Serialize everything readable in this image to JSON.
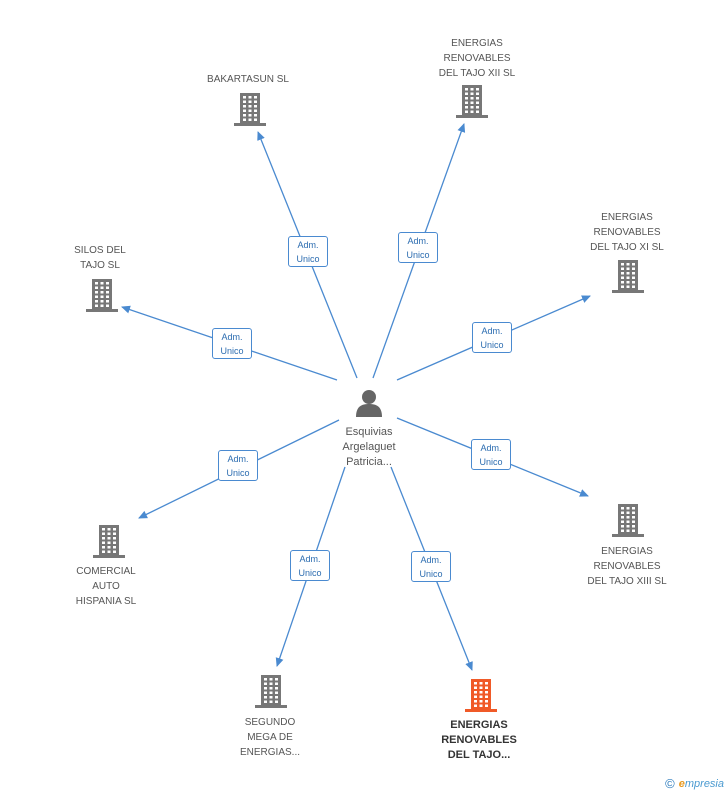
{
  "center": {
    "label": "Esquivias\nArgelaguet\nPatricia...",
    "icon": "person-icon"
  },
  "edge_label": "Adm.\nUnico",
  "colors": {
    "edge": "#4a8ad0",
    "building": "#777777",
    "highlight": "#f05a28",
    "person": "#666666"
  },
  "nodes": [
    {
      "id": "bakartasun",
      "label": "BAKARTASUN SL",
      "highlight": false
    },
    {
      "id": "tajo-xii",
      "label": "ENERGIAS\nRENOVABLES\nDEL TAJO XII SL",
      "highlight": false
    },
    {
      "id": "silos",
      "label": "SILOS DEL\nTAJO SL",
      "highlight": false
    },
    {
      "id": "tajo-xi",
      "label": "ENERGIAS\nRENOVABLES\nDEL TAJO XI SL",
      "highlight": false
    },
    {
      "id": "comercial",
      "label": "COMERCIAL\nAUTO\nHISPANIA SL",
      "highlight": false
    },
    {
      "id": "tajo-xiii",
      "label": "ENERGIAS\nRENOVABLES\nDEL TAJO XIII SL",
      "highlight": false
    },
    {
      "id": "segundo",
      "label": "SEGUNDO\nMEGA DE\nENERGIAS...",
      "highlight": false
    },
    {
      "id": "tajo-main",
      "label": "ENERGIAS\nRENOVABLES\nDEL TAJO...",
      "highlight": true
    }
  ],
  "footer": {
    "copyright": "©",
    "brand_first": "e",
    "brand_rest": "mpresia"
  }
}
